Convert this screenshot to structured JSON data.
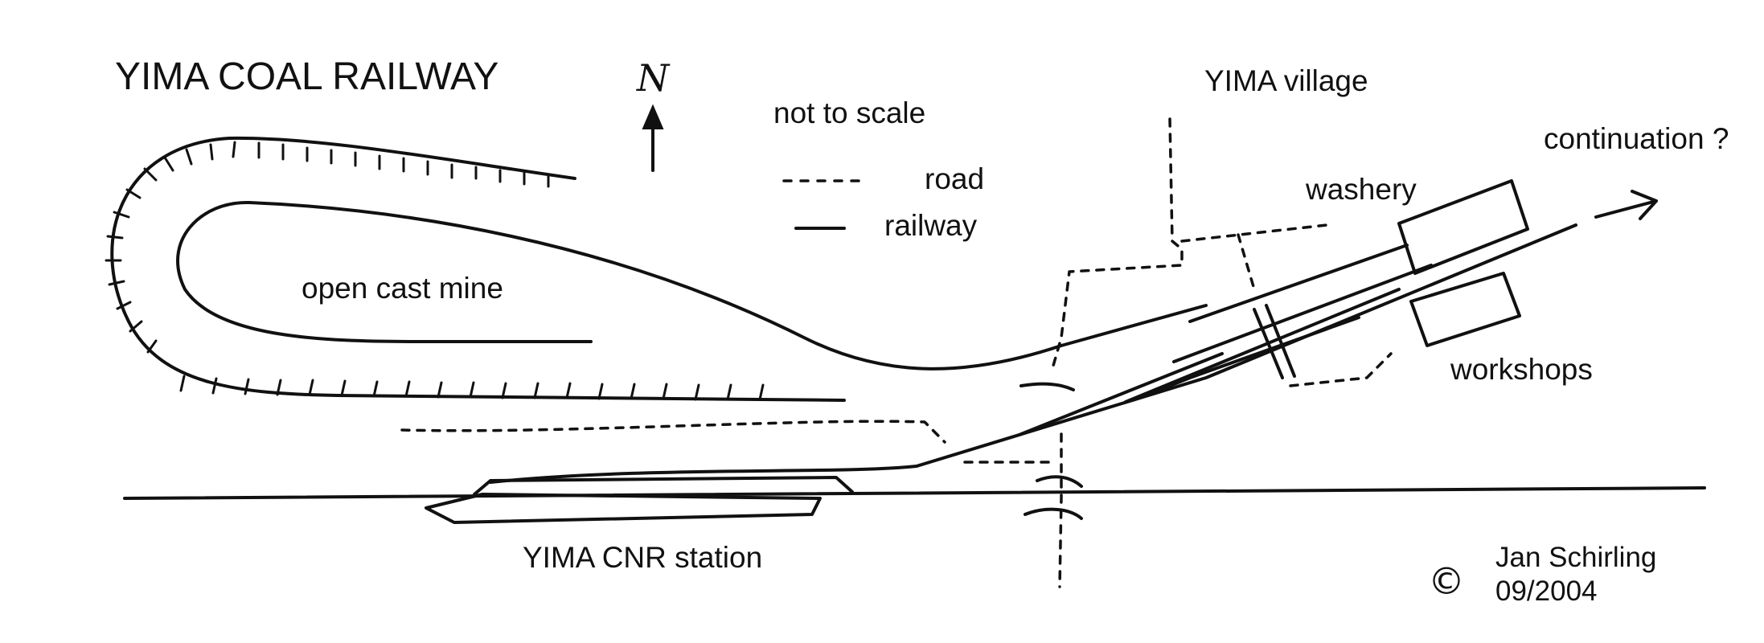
{
  "title": "YIMA COAL RAILWAY",
  "scale_note": "not to scale",
  "legend": {
    "road_label": "road",
    "railway_label": "railway"
  },
  "north_label": "N",
  "places": {
    "village": "YIMA village",
    "continuation": "continuation ?",
    "washery": "washery",
    "mine": "open cast mine",
    "workshops": "workshops",
    "station": "YIMA CNR station"
  },
  "credit": {
    "symbol": "©",
    "author": "Jan Schirling",
    "date": "09/2004"
  },
  "colors": {
    "ink": "#111111",
    "paper": "#ffffff"
  }
}
